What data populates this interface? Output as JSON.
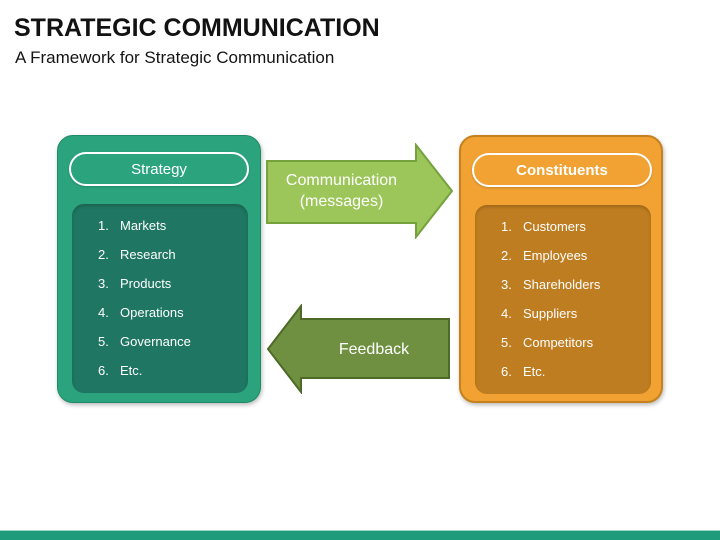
{
  "slide": {
    "title": "STRATEGIC COMMUNICATION",
    "subtitle": "A Framework for Strategic Communication"
  },
  "strategy_box": {
    "header": "Strategy",
    "items": [
      {
        "num": "1.",
        "label": "Markets"
      },
      {
        "num": "2.",
        "label": "Research"
      },
      {
        "num": "3.",
        "label": "Products"
      },
      {
        "num": "4.",
        "label": "Operations"
      },
      {
        "num": "5.",
        "label": "Governance"
      },
      {
        "num": "6.",
        "label": "Etc."
      }
    ]
  },
  "constituents_box": {
    "header": "Constituents",
    "items": [
      {
        "num": "1.",
        "label": "Customers"
      },
      {
        "num": "2.",
        "label": "Employees"
      },
      {
        "num": "3.",
        "label": "Shareholders"
      },
      {
        "num": "4.",
        "label": "Suppliers"
      },
      {
        "num": "5.",
        "label": "Competitors"
      },
      {
        "num": "6.",
        "label": "Etc."
      }
    ]
  },
  "arrows": {
    "communication": {
      "line1": "Communication",
      "line2": "(messages)"
    },
    "feedback": {
      "label": "Feedback"
    }
  },
  "colors": {
    "teal_box": "#2BA47D",
    "teal_inner": "#1F7662",
    "orange_box": "#F1A233",
    "orange_inner": "#BF7D21",
    "arrow_light_green": "#9CC659",
    "arrow_light_green_border": "#76A23E",
    "arrow_olive_green": "#6E9040",
    "arrow_olive_green_border": "#4D6A28",
    "footer_bar": "#1E9B7B",
    "text_on_fills": "#FFFFFF",
    "title_text": "#121212"
  }
}
